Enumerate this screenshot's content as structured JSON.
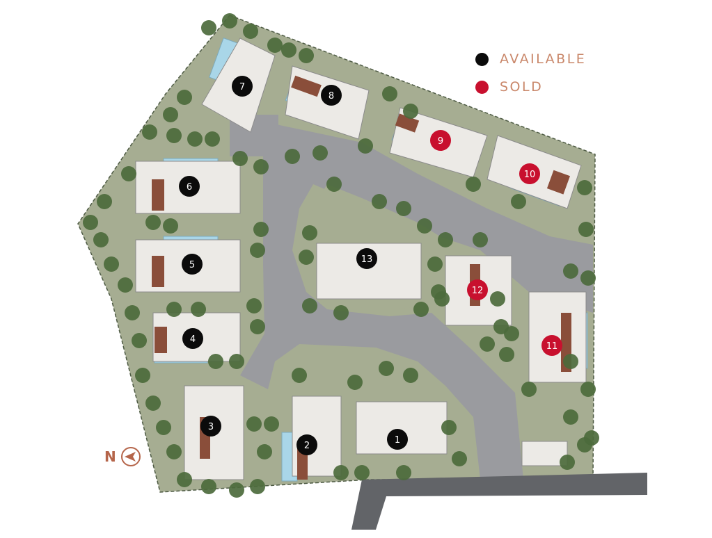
{
  "legend": {
    "available": {
      "label": "AVAILABLE",
      "color": "#0b0b0b"
    },
    "sold": {
      "label": "SOLD",
      "color": "#c8102e"
    }
  },
  "compass": {
    "label": "N",
    "color": "#b5654a"
  },
  "legend_text_color": "#c9876a",
  "colors": {
    "road": "#9a9b9f",
    "road_dark": "#626468",
    "lawn": "#a6ad92",
    "tree": "#4c6a3c",
    "pool": "#a9d6e8",
    "deck": "#8a4e3a",
    "roof": "#eceae6",
    "outline": "#4d5a43"
  },
  "lots": [
    {
      "number": "1",
      "status": "available"
    },
    {
      "number": "2",
      "status": "available"
    },
    {
      "number": "3",
      "status": "available"
    },
    {
      "number": "4",
      "status": "available"
    },
    {
      "number": "5",
      "status": "available"
    },
    {
      "number": "6",
      "status": "available"
    },
    {
      "number": "7",
      "status": "available"
    },
    {
      "number": "8",
      "status": "available"
    },
    {
      "number": "9",
      "status": "sold"
    },
    {
      "number": "10",
      "status": "sold"
    },
    {
      "number": "11",
      "status": "sold"
    },
    {
      "number": "12",
      "status": "sold"
    },
    {
      "number": "13",
      "status": "available"
    }
  ]
}
